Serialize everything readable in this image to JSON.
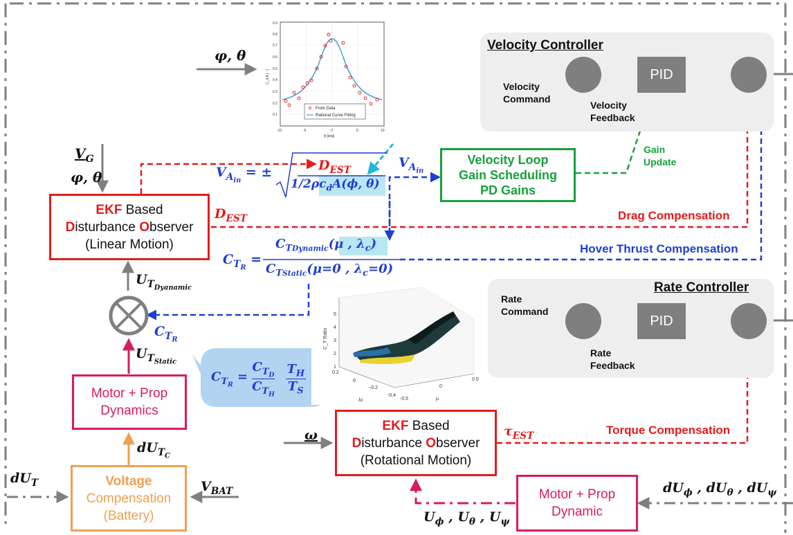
{
  "velocity_controller": {
    "title": "Velocity Controller",
    "command_line1": "Velocity",
    "command_line2": "Command",
    "feedback_line1": "Velocity",
    "feedback_line2": "Feedback",
    "pid_label": "PID"
  },
  "rate_controller": {
    "title": "Rate Controller",
    "command_line1": "Rate",
    "command_line2": "Command",
    "feedback_line1": "Rate",
    "feedback_line2": "Feedback",
    "pid_label": "PID"
  },
  "ekf_linear": {
    "line1_bold": "EKF",
    "line1_rest": " Based",
    "line2_d": "D",
    "line2_d_rest": "isturbance ",
    "line2_o": "O",
    "line2_o_rest": "bserver",
    "line3": "(Linear Motion)"
  },
  "ekf_rotational": {
    "line1_bold": "EKF",
    "line1_rest": " Based",
    "line2_d": "D",
    "line2_d_rest": "isturbance ",
    "line2_o": "O",
    "line2_o_rest": "bserver",
    "line3": "(Rotational  Motion)"
  },
  "velocity_loop": {
    "line1": "Velocity Loop",
    "line2": "Gain Scheduling",
    "line3": "PD Gains"
  },
  "gain_update": {
    "line1": "Gain",
    "line2": "Update"
  },
  "motor_prop_dynamics": {
    "line1": "Motor  +  Prop",
    "line2": "Dynamics"
  },
  "motor_prop_dynamic": {
    "line1": "Motor  +  Prop",
    "line2": "Dynamic"
  },
  "voltage_compensation": {
    "line1": "Voltage",
    "line2": "Compensation",
    "line3": "(Battery)"
  },
  "compensations": {
    "drag": "Drag Compensation",
    "hover": "Hover Thrust Compensation",
    "torque": "Torque Compensation"
  },
  "symbols": {
    "phi_theta": "φ, θ",
    "vg": "V",
    "vg_sub": "G",
    "d_est": "D",
    "d_est_sub": "EST",
    "v_ain": "V",
    "v_ain_sub": "A",
    "v_ain_subsub": "in",
    "tau_est": "τ",
    "tau_est_sub": "EST",
    "omega": "ω",
    "v_bat": "V",
    "v_bat_sub": "BAT",
    "du_t": "dU",
    "du_t_sub": "T",
    "du_tc": "dU",
    "du_tc_sub": "T",
    "du_tc_subsub": "C",
    "u_t_dynamic": "U",
    "u_t_dynamic_sub": "T",
    "u_t_dynamic_subsub": "Dyanamic",
    "u_t_static": "U",
    "u_t_static_sub": "T",
    "u_t_static_subsub": "Static",
    "c_tr": "C",
    "c_tr_sub": "T",
    "c_tr_subsub": "R",
    "du_angles": "dU",
    "u_angles": "U"
  },
  "thumb_plot1": {
    "legend1": "From Data",
    "legend2": "Rational Curve Fitting",
    "xlabel": "ϕ [deg]",
    "ylabel": "C_d A [ - ]",
    "xticks": [
      "-10",
      "-5",
      "0",
      "5",
      "10"
    ],
    "yticks": [
      "0.1",
      "0.2",
      "0.3",
      "0.4",
      "0.5",
      "0.6",
      "0.7",
      "0.8",
      "0.9"
    ]
  },
  "thumb_plot2": {
    "zlabel": "C_T Ratio",
    "zticks": [
      "1",
      "2",
      "3",
      "4",
      "5"
    ],
    "xticks": [
      "0.2",
      "0",
      "-0.2",
      "-0.4"
    ],
    "xlabel": "λc",
    "yticks": [
      "-0.5",
      "0",
      "0.5"
    ],
    "ylabel": "μ"
  },
  "colors": {
    "red": "#e41b1b",
    "blue": "#1f3fd0",
    "cyan": "#1fb6e0",
    "green": "#16a03a",
    "orange": "#f0a050",
    "pink": "#d81b60",
    "gray": "#7f7f7f"
  }
}
